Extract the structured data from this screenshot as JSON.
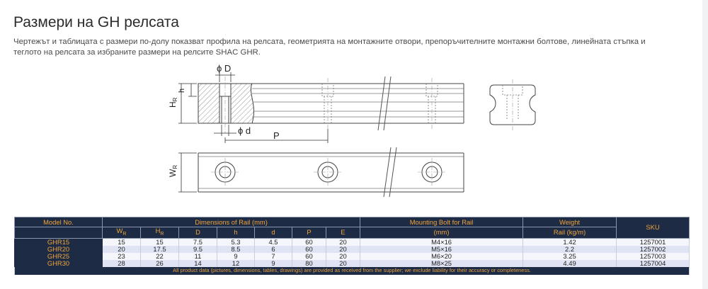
{
  "page": {
    "title": "Размери на GH релсата",
    "intro": "Чертежът и таблицата с размери по-долу показват профила на релсата, геометрията на монтажните отвори, препоръчителните монтажни болтове, линейната стъпка и теглото на релсата за избраните размери на релсите SHAC GHR."
  },
  "drawing": {
    "labels": {
      "phi_D": "ϕ D",
      "phi_d": "ϕ d",
      "h": "h",
      "H": "H",
      "R_sub": "R",
      "P": "P",
      "W": "W"
    }
  },
  "table": {
    "header_top": {
      "model": "Model No.",
      "dimensions": "Dimensions of Rail (mm)",
      "bolt": "Mounting Bolt for Rail",
      "weight": "Weight",
      "sku": "SKU"
    },
    "header_sub": {
      "wr_main": "W",
      "wr_sub": "R",
      "hr_main": "H",
      "hr_sub": "R",
      "D": "D",
      "h": "h",
      "d": "d",
      "P": "P",
      "E": "E",
      "bolt_unit": "(mm)",
      "weight_unit": "Rail (kg/m)"
    },
    "rows": [
      {
        "model": "GHR15",
        "wr": "15",
        "hr": "15",
        "D": "7.5",
        "h": "5.3",
        "d": "4.5",
        "P": "60",
        "E": "20",
        "bolt": "M4×16",
        "weight": "1.42",
        "sku": "1257001"
      },
      {
        "model": "GHR20",
        "wr": "20",
        "hr": "17.5",
        "D": "9.5",
        "h": "8.5",
        "d": "6",
        "P": "60",
        "E": "20",
        "bolt": "M5×16",
        "weight": "2.2",
        "sku": "1257002"
      },
      {
        "model": "GHR25",
        "wr": "23",
        "hr": "22",
        "D": "11",
        "h": "9",
        "d": "7",
        "P": "60",
        "E": "20",
        "bolt": "M6×20",
        "weight": "3.25",
        "sku": "1257003"
      },
      {
        "model": "GHR30",
        "wr": "28",
        "hr": "26",
        "D": "14",
        "h": "12",
        "d": "9",
        "P": "80",
        "E": "20",
        "bolt": "M8×25",
        "weight": "4.49",
        "sku": "1257004"
      }
    ],
    "footnote": "All product data (pictures, dimensions, tables, drawings) are provided as received from the supplier; we exclude liability for their accuracy or completeness."
  },
  "colors": {
    "header_bg": "#1d2b45",
    "header_text": "#f0a43b",
    "row_light": "#f5f6fb",
    "row_dark": "#dfe3f3"
  }
}
